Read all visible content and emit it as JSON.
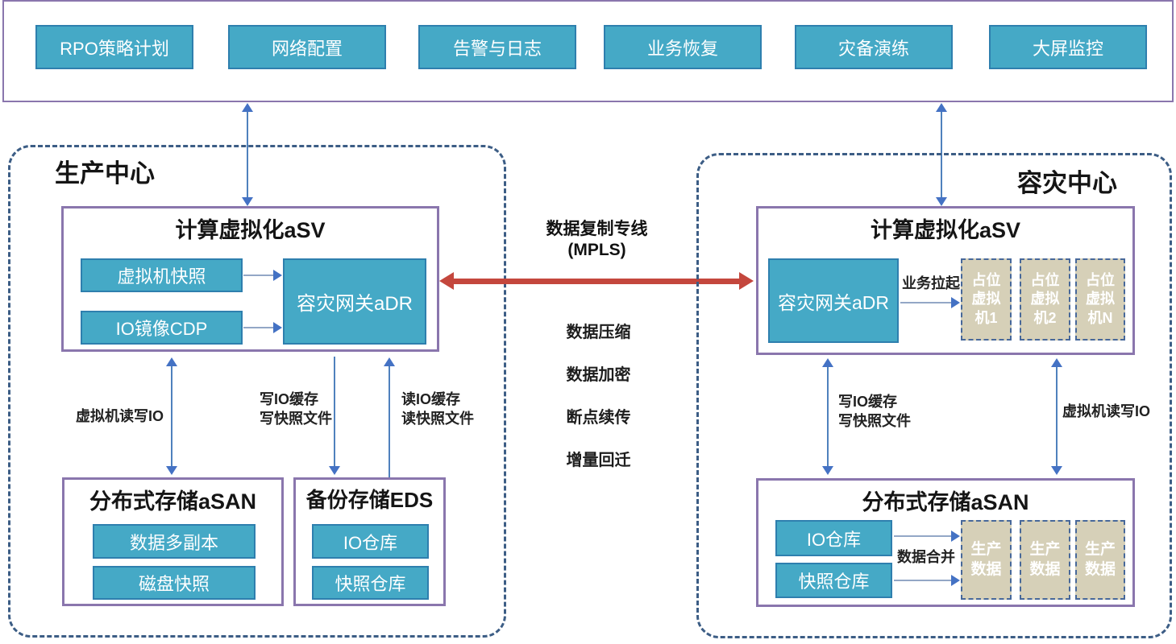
{
  "top_bar": {
    "buttons": [
      "RPO策略计划",
      "网络配置",
      "告警与日志",
      "业务恢复",
      "灾备演练",
      "大屏监控"
    ]
  },
  "production": {
    "title": "生产中心",
    "asv": {
      "title": "计算虚拟化aSV",
      "vm_snapshot": "虚拟机快照",
      "io_mirror_cdp": "IO镜像CDP",
      "dr_gateway": "容灾网关aDR"
    },
    "labels": {
      "vm_rw_io": "虚拟机读写IO",
      "write_io": "写IO缓存\n写快照文件",
      "read_io": "读IO缓存\n读快照文件"
    },
    "asan": {
      "title": "分布式存储aSAN",
      "multi_copy": "数据多副本",
      "disk_snapshot": "磁盘快照"
    },
    "eds": {
      "title": "备份存储EDS",
      "io_repo": "IO仓库",
      "snapshot_repo": "快照仓库"
    }
  },
  "link": {
    "title": "数据复制专线",
    "subtitle": "(MPLS)",
    "features": [
      "数据压缩",
      "数据加密",
      "断点续传",
      "增量回迁"
    ]
  },
  "dr": {
    "title": "容灾中心",
    "asv": {
      "title": "计算虚拟化aSV",
      "dr_gateway": "容灾网关aDR",
      "business_pullup": "业务拉起",
      "vms": [
        "占位\n虚拟\n机1",
        "占位\n虚拟\n机2",
        "占位\n虚拟\n机N"
      ]
    },
    "labels": {
      "write_io": "写IO缓存\n写快照文件",
      "vm_rw_io": "虚拟机读写IO",
      "data_merge": "数据合并"
    },
    "asan": {
      "title": "分布式存储aSAN",
      "io_repo": "IO仓库",
      "snapshot_repo": "快照仓库",
      "data": [
        "生产\n数据",
        "生产\n数据",
        "生产\n数据"
      ]
    }
  },
  "colors": {
    "teal": "#45a9c6",
    "teal_border": "#2e7fae",
    "purple_border": "#8a76ad",
    "dashed_border": "#3c5d85",
    "arrow_blue": "#4f81bd",
    "red_link": "#c4473d",
    "beige": "#d6d0b8"
  }
}
